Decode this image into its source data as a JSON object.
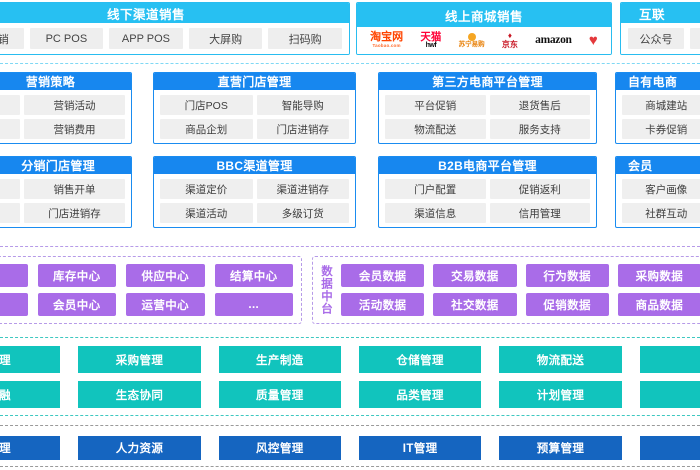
{
  "colors": {
    "cyan": "#27c0f2",
    "blue": "#1787ef",
    "purple": "#a96ce8",
    "teal": "#11c4bd",
    "navy": "#1565c0",
    "chip_bg": "#eeeeee"
  },
  "top_row": {
    "offline": {
      "title": "线下渠道销售",
      "chips": [
        "移动分销",
        "PC POS",
        "APP POS",
        "大屏购",
        "扫码购"
      ]
    },
    "online_mall": {
      "title": "线上商城销售",
      "logos": [
        {
          "name": "taobao-logo",
          "text": "淘宝网",
          "sub": "Taobao.com"
        },
        {
          "name": "tmall-logo",
          "text": "天猫",
          "sub": "hwf"
        },
        {
          "name": "suning-logo",
          "text": "苏宁易购"
        },
        {
          "name": "jd-logo",
          "text": "京东"
        },
        {
          "name": "amazon-logo",
          "text": "amazon"
        },
        {
          "name": "heart-logo",
          "text": "♥"
        }
      ]
    },
    "internet": {
      "title": "互联",
      "chips": [
        "公众号"
      ]
    }
  },
  "panels": [
    {
      "id": "marketing-strategy",
      "title": "营销策略",
      "cells": [
        "营销活动",
        "营销费用"
      ],
      "cols": 1
    },
    {
      "id": "direct-store-management",
      "title": "直营门店管理",
      "cells": [
        "门店POS",
        "智能导购",
        "商品企划",
        "门店进销存"
      ],
      "cols": 2
    },
    {
      "id": "third-party-ecommerce-platform-management",
      "title": "第三方电商平台管理",
      "cells": [
        "平台促销",
        "退货售后",
        "物流配送",
        "服务支持"
      ],
      "cols": 2
    },
    {
      "id": "own-ecommerce",
      "title": "自有电商",
      "cells": [
        "商城建站",
        "卡券促销"
      ],
      "cols": 1
    },
    {
      "id": "distribution-store-management",
      "title": "分销门店管理",
      "cells": [
        "销售开单",
        "门店进销存"
      ],
      "cols": 1
    },
    {
      "id": "bbc-channel-management",
      "title": "BBC渠道管理",
      "cells": [
        "渠道定价",
        "渠道进销存",
        "渠道活动",
        "多级订货"
      ],
      "cols": 2
    },
    {
      "id": "b2b-ecommerce-platform-management",
      "title": "B2B电商平台管理",
      "cells": [
        "门户配置",
        "促销返利",
        "渠道信息",
        "信用管理"
      ],
      "cols": 2
    },
    {
      "id": "member-management",
      "title": "会员",
      "cells": [
        "客户画像",
        "社群互动"
      ],
      "cols": 1
    }
  ],
  "business_middle_platform": {
    "pills_row1": [
      "库存中心",
      "供应中心",
      "结算中心"
    ],
    "pills_row2": [
      "会员中心",
      "运营中心",
      "..."
    ],
    "clipped_left_row1": "",
    "clipped_left_row2": ""
  },
  "data_middle_platform": {
    "label": "数据中台",
    "pills_row1": [
      "会员数据",
      "交易数据",
      "行为数据",
      "采购数据"
    ],
    "pills_row2": [
      "活动数据",
      "社交数据",
      "促销数据",
      "商品数据"
    ]
  },
  "teal_row": {
    "row1": [
      "管理",
      "采购管理",
      "生产制造",
      "仓储管理",
      "物流配送"
    ],
    "row2": [
      "金融",
      "生态协同",
      "质量管理",
      "品类管理",
      "计划管理"
    ]
  },
  "navy_row": {
    "items": [
      "管理",
      "人力资源",
      "风控管理",
      "IT管理",
      "预算管理"
    ]
  }
}
